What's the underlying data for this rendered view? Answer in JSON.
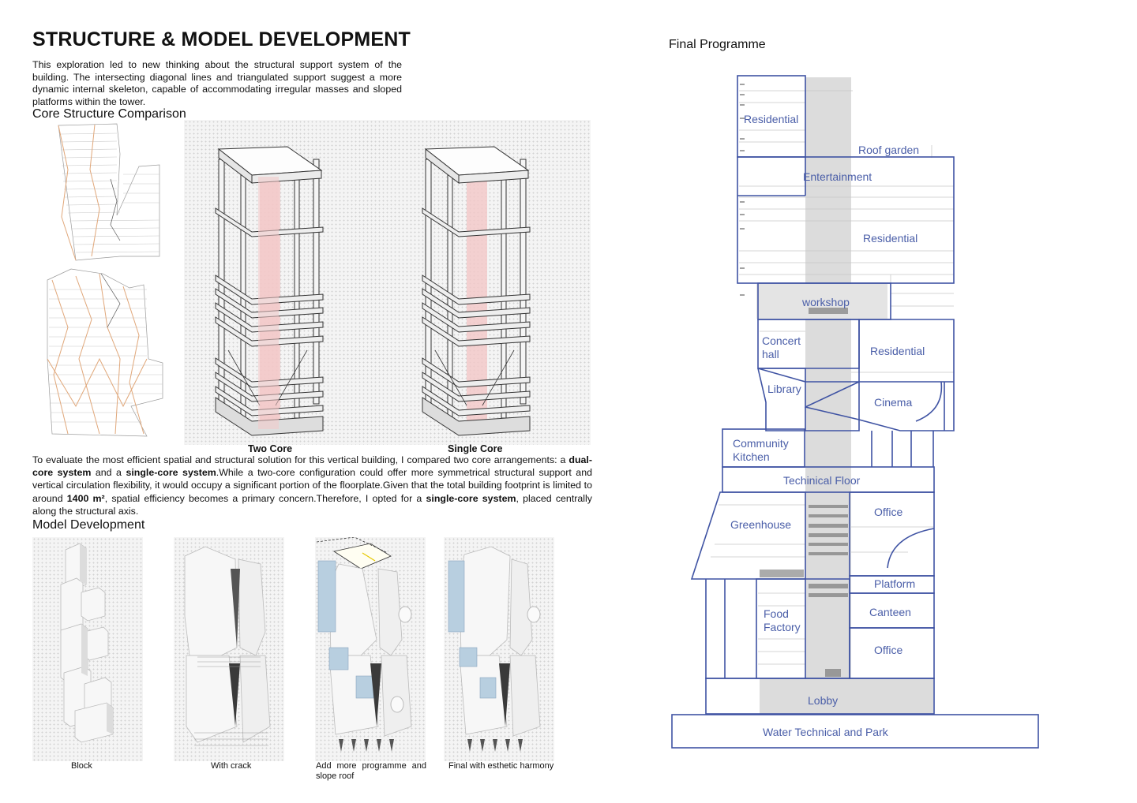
{
  "header": {
    "title": "STRUCTURE & MODEL DEVELOPMENT",
    "intro": "This exploration led to new thinking about the structural support system of the building. The intersecting diagonal lines and triangulated support suggest a more dynamic internal skeleton, capable of accommodating irregular masses and sloped platforms within the tower."
  },
  "core_comparison": {
    "heading": "Core Structure Comparison",
    "captions": [
      "Two Core",
      "Single Core"
    ]
  },
  "evaluation": {
    "p1": "To evaluate the most efficient spatial and structural solution for this vertical building, I compared two core arrangements: a ",
    "b1": "dual-core system",
    "p2": " and a ",
    "b2": "single-core system",
    "p3": ".While a two-core configuration could offer more symmetrical structural support and vertical circulation flexibility, it would occupy a significant portion of the floorplate.Given that the total building footprint is limited to around ",
    "b3": "1400 m²",
    "p4": ", spatial efficiency becomes a primary concern.Therefore, I opted for a ",
    "b4": "single-core system",
    "p5": ", placed centrally along the structural axis."
  },
  "model_development": {
    "heading": "Model Development",
    "captions": [
      "Block",
      "With crack",
      "Add more programme and slope roof",
      "Final with esthetic harmony"
    ]
  },
  "programme": {
    "heading": "Final Programme",
    "labels": {
      "residential_top": "Residential",
      "roof_garden": "Roof garden",
      "entertainment": "Entertainment",
      "residential_mid": "Residential",
      "workshop": "workshop",
      "concert_hall": [
        "Concert",
        "hall"
      ],
      "residential_right": "Residential",
      "library": "Library",
      "cinema": "Cinema",
      "community_kitchen": [
        "Community",
        "Kitchen"
      ],
      "technical_floor": "Techinical Floor",
      "greenhouse": "Greenhouse",
      "office_upper": "Office",
      "platform": "Platform",
      "food_factory": [
        "Food",
        "Factory"
      ],
      "canteen": "Canteen",
      "office_lower": "Office",
      "lobby": "Lobby",
      "water_park": "Water Technical and Park"
    },
    "colors": {
      "outline": "#3f53a3",
      "label": "#4a5ea8",
      "core": "#dcdcdc"
    }
  }
}
